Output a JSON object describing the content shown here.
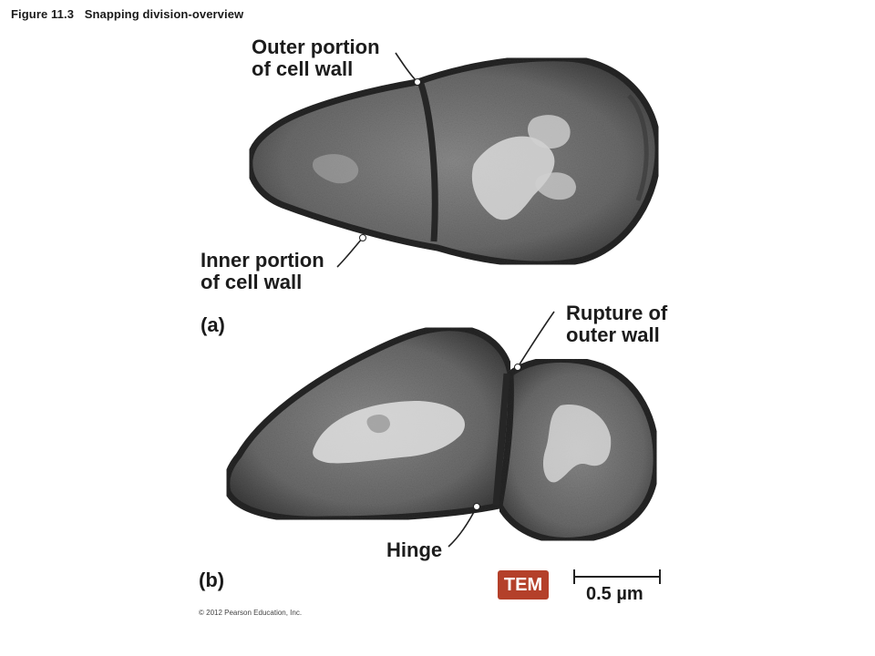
{
  "figure": {
    "number": "Figure 11.3",
    "title": "Snapping division-overview"
  },
  "labels": {
    "outer_portion": [
      "Outer portion",
      "of cell wall"
    ],
    "inner_portion": [
      "Inner portion",
      "of cell wall"
    ],
    "rupture": [
      "Rupture of",
      "outer wall"
    ],
    "hinge": "Hinge"
  },
  "panels": {
    "a": "(a)",
    "b": "(b)"
  },
  "microscopy": {
    "badge": "TEM",
    "scale_bar": "0.5 µm"
  },
  "copyright": "© 2012 Pearson Education, Inc.",
  "colors": {
    "badge_red": "#b4402a",
    "cell_fill": "#6e6e6e",
    "cell_wall": "#2a2a2a",
    "cytoplasm_light": "#d8d8d8"
  }
}
